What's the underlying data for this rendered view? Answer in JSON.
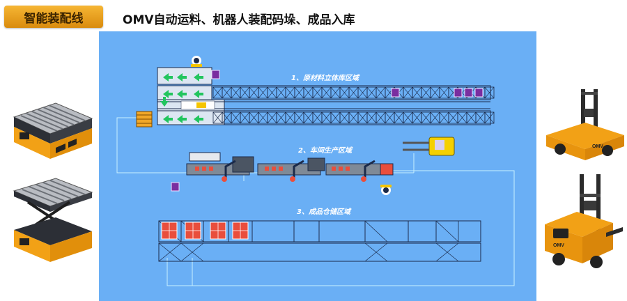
{
  "header": {
    "badge": "智能装配线",
    "title": "OMV自动运料、机器人装配码垛、成品入库"
  },
  "zones": [
    {
      "label": "1、原材料立体库区域"
    },
    {
      "label": "2、车间生产区域"
    },
    {
      "label": "3、成品仓储区域"
    }
  ],
  "vehicle_brand": "OMV",
  "colors": {
    "panel": "#6aaff5",
    "badge": "#e9a020",
    "track": "#1b2a4a",
    "arrow": "#22c55e",
    "crate": "#e94e3c",
    "material": "#7a2ea0"
  }
}
